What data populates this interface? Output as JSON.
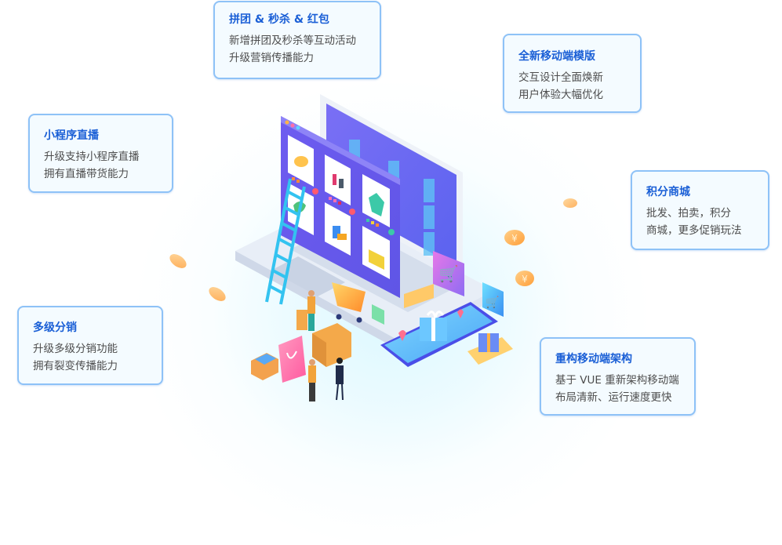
{
  "colors": {
    "card_border": "#8ec2f7",
    "card_bg": "#f4fbff",
    "title": "#1a5fd6",
    "text": "#4d4d4d",
    "screen_purple": "#6f63f0",
    "ladder": "#33c3f0",
    "coin": "#ffb45a"
  },
  "features": [
    {
      "id": "group-seckill-redpacket",
      "title": "拼团 & 秒杀 & 红包",
      "lines": [
        "新增拼团及秒杀等互动活动",
        "升级营销传播能力"
      ]
    },
    {
      "id": "mobile-template",
      "title": "全新移动端模版",
      "lines": [
        "交互设计全面焕新",
        "用户体验大幅优化"
      ]
    },
    {
      "id": "miniprogram-live",
      "title": "小程序直播",
      "lines": [
        "升级支持小程序直播",
        "拥有直播带货能力"
      ]
    },
    {
      "id": "points-mall",
      "title": "积分商城",
      "lines": [
        "批发、拍卖，积分",
        "商城，更多促销玩法"
      ]
    },
    {
      "id": "multi-level-distribution",
      "title": "多级分销",
      "lines": [
        "升级多级分销功能",
        "拥有裂变传播能力"
      ]
    },
    {
      "id": "mobile-architecture",
      "title": "重构移动端架构",
      "lines": [
        "基于 VUE 重新架构移动端",
        "布局清新、运行速度更快"
      ]
    }
  ],
  "illustration": {
    "coin_symbol": "¥",
    "icons": [
      "laptop-icon",
      "shop-window-icon",
      "ladder-icon",
      "shopping-cart-icon",
      "phone-icon",
      "gift-box-icon",
      "delivery-box-icon",
      "shopping-bag-icon",
      "coin-icon",
      "search-bar-icon",
      "location-pin-icon"
    ]
  }
}
